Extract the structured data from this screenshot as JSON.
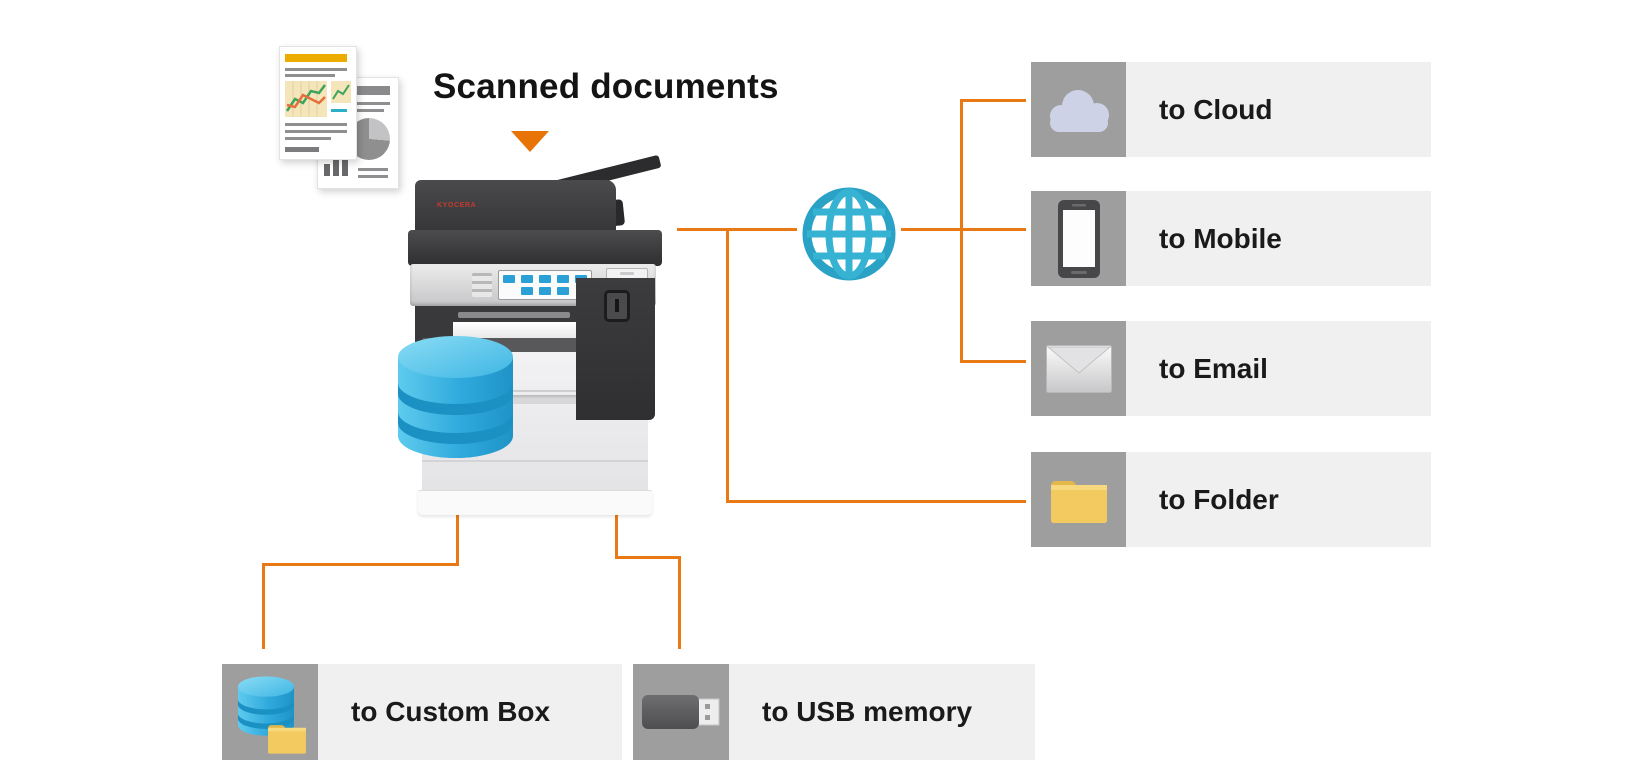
{
  "title": "Scanned documents",
  "device": {
    "brand": "KYOCERA",
    "type": "multifunction printer"
  },
  "hub": {
    "internet_icon": "globe-icon",
    "storage_icon": "database-icon"
  },
  "destinations": {
    "network": [
      {
        "id": "cloud",
        "label": "to Cloud",
        "icon": "cloud-icon"
      },
      {
        "id": "mobile",
        "label": "to Mobile",
        "icon": "smartphone-icon"
      },
      {
        "id": "email",
        "label": "to Email",
        "icon": "envelope-icon"
      },
      {
        "id": "folder",
        "label": "to Folder",
        "icon": "folder-icon"
      }
    ],
    "local": [
      {
        "id": "custom-box",
        "label": "to Custom Box",
        "icon": "database-folder-icon"
      },
      {
        "id": "usb-memory",
        "label": "to USB memory",
        "icon": "usb-drive-icon"
      }
    ]
  },
  "colors": {
    "connector": "#e87914",
    "arrow": "#e87408",
    "icon_tile": "#9e9e9e",
    "label_bar": "#f0f0f0",
    "globe": "#31aecf",
    "database": "#35b0e0",
    "folder": "#f2ca60"
  }
}
